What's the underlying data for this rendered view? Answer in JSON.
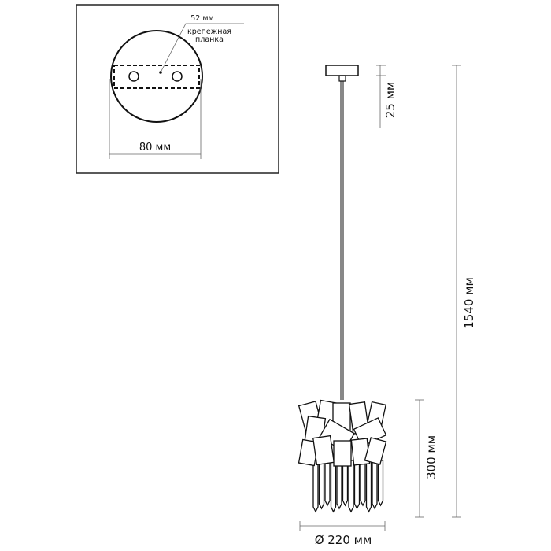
{
  "inset": {
    "bracket_width": "52 мм",
    "bracket_label_line1": "крепежная",
    "bracket_label_line2": "планка",
    "canopy_diameter": "80 мм"
  },
  "dimensions": {
    "canopy_height": "25 мм",
    "total_height": "1540 мм",
    "shade_height": "300 мм",
    "shade_diameter": "Ø 220 мм"
  },
  "colors": {
    "line": "#111111",
    "dim": "#666666"
  }
}
